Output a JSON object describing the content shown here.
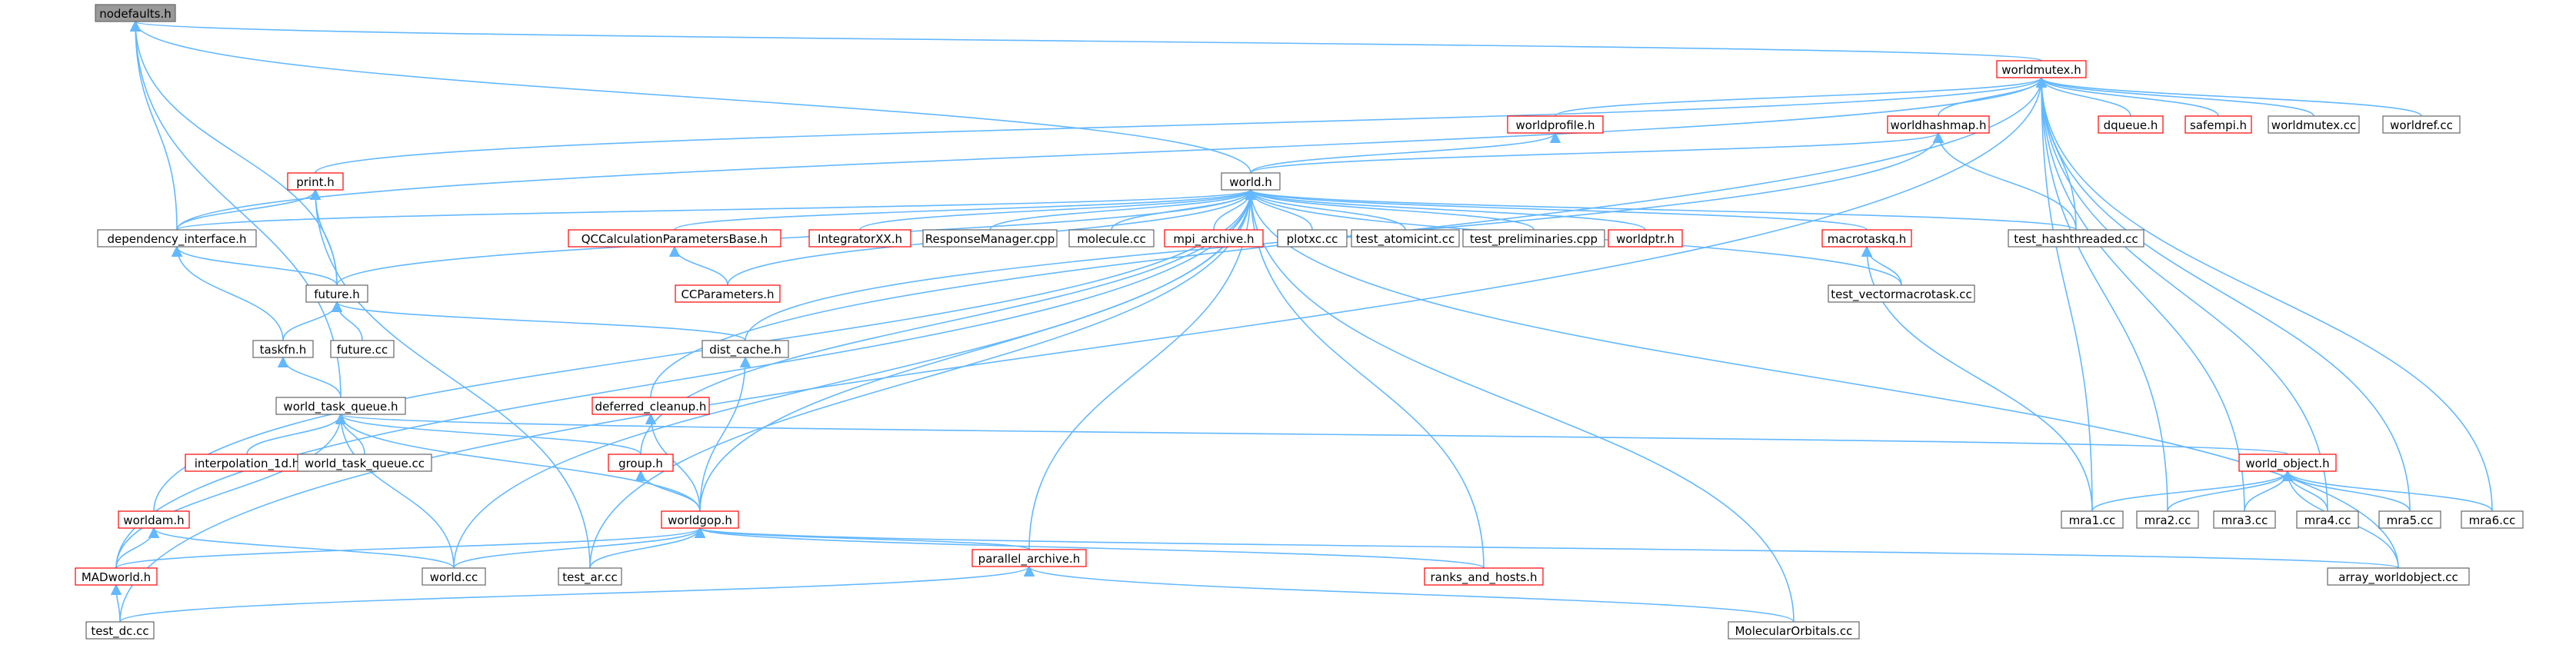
{
  "colors": {
    "edge": "#63b8ff",
    "root_fill": "#999999",
    "root_border": "#666666",
    "normal_border": "#666666",
    "truncated_border": "#ff0000",
    "text": "#000000"
  },
  "nodes": [
    {
      "id": "n_nodefaults",
      "label": "nodefaults.h",
      "kind": "root"
    },
    {
      "id": "n_worldmutex",
      "label": "worldmutex.h",
      "kind": "truncated"
    },
    {
      "id": "n_worldprofile",
      "label": "worldprofile.h",
      "kind": "truncated"
    },
    {
      "id": "n_worldhashmap",
      "label": "worldhashmap.h",
      "kind": "truncated"
    },
    {
      "id": "n_dqueue",
      "label": "dqueue.h",
      "kind": "truncated"
    },
    {
      "id": "n_safempi",
      "label": "safempi.h",
      "kind": "truncated"
    },
    {
      "id": "n_worldmutexcc",
      "label": "worldmutex.cc",
      "kind": "normal"
    },
    {
      "id": "n_worldrefcc",
      "label": "worldref.cc",
      "kind": "normal"
    },
    {
      "id": "n_print",
      "label": "print.h",
      "kind": "truncated"
    },
    {
      "id": "n_world",
      "label": "world.h",
      "kind": "normal"
    },
    {
      "id": "n_depint",
      "label": "dependency_interface.h",
      "kind": "normal"
    },
    {
      "id": "n_qccalc",
      "label": "QCCalculationParametersBase.h",
      "kind": "truncated"
    },
    {
      "id": "n_integratorxx",
      "label": "IntegratorXX.h",
      "kind": "truncated"
    },
    {
      "id": "n_respmgr",
      "label": "ResponseManager.cpp",
      "kind": "normal"
    },
    {
      "id": "n_molecule",
      "label": "molecule.cc",
      "kind": "normal"
    },
    {
      "id": "n_mpiarchive",
      "label": "mpi_archive.h",
      "kind": "truncated"
    },
    {
      "id": "n_plotxc",
      "label": "plotxc.cc",
      "kind": "normal"
    },
    {
      "id": "n_testatomicint",
      "label": "test_atomicint.cc",
      "kind": "normal"
    },
    {
      "id": "n_testprelim",
      "label": "test_preliminaries.cpp",
      "kind": "normal"
    },
    {
      "id": "n_worldptr",
      "label": "worldptr.h",
      "kind": "truncated"
    },
    {
      "id": "n_macrotaskq",
      "label": "macrotaskq.h",
      "kind": "truncated"
    },
    {
      "id": "n_testhashth",
      "label": "test_hashthreaded.cc",
      "kind": "normal"
    },
    {
      "id": "n_ccparams",
      "label": "CCParameters.h",
      "kind": "truncated"
    },
    {
      "id": "n_testvecmacro",
      "label": "test_vectormacrotask.cc",
      "kind": "normal"
    },
    {
      "id": "n_future",
      "label": "future.h",
      "kind": "normal"
    },
    {
      "id": "n_taskfn",
      "label": "taskfn.h",
      "kind": "normal"
    },
    {
      "id": "n_futurecc",
      "label": "future.cc",
      "kind": "normal"
    },
    {
      "id": "n_distcache",
      "label": "dist_cache.h",
      "kind": "normal"
    },
    {
      "id": "n_wtq",
      "label": "world_task_queue.h",
      "kind": "normal"
    },
    {
      "id": "n_defclean",
      "label": "deferred_cleanup.h",
      "kind": "truncated"
    },
    {
      "id": "n_interp",
      "label": "interpolation_1d.h",
      "kind": "truncated"
    },
    {
      "id": "n_wtqcc",
      "label": "world_task_queue.cc",
      "kind": "normal"
    },
    {
      "id": "n_group",
      "label": "group.h",
      "kind": "truncated"
    },
    {
      "id": "n_worldobj",
      "label": "world_object.h",
      "kind": "truncated"
    },
    {
      "id": "n_worldam",
      "label": "worldam.h",
      "kind": "truncated"
    },
    {
      "id": "n_worldgop",
      "label": "worldgop.h",
      "kind": "truncated"
    },
    {
      "id": "n_mra1",
      "label": "mra1.cc",
      "kind": "normal"
    },
    {
      "id": "n_mra2",
      "label": "mra2.cc",
      "kind": "normal"
    },
    {
      "id": "n_mra3",
      "label": "mra3.cc",
      "kind": "normal"
    },
    {
      "id": "n_mra4",
      "label": "mra4.cc",
      "kind": "normal"
    },
    {
      "id": "n_mra5",
      "label": "mra5.cc",
      "kind": "normal"
    },
    {
      "id": "n_mra6",
      "label": "mra6.cc",
      "kind": "normal"
    },
    {
      "id": "n_madworld",
      "label": "MADworld.h",
      "kind": "truncated"
    },
    {
      "id": "n_worldcc",
      "label": "world.cc",
      "kind": "normal"
    },
    {
      "id": "n_testar",
      "label": "test_ar.cc",
      "kind": "normal"
    },
    {
      "id": "n_ranks",
      "label": "ranks_and_hosts.h",
      "kind": "truncated"
    },
    {
      "id": "n_arrwo",
      "label": "array_worldobject.cc",
      "kind": "normal"
    },
    {
      "id": "n_pararch",
      "label": "parallel_archive.h",
      "kind": "truncated"
    },
    {
      "id": "n_testdc",
      "label": "test_dc.cc",
      "kind": "normal"
    },
    {
      "id": "n_molorb",
      "label": "MolecularOrbitals.cc",
      "kind": "normal"
    }
  ],
  "edges": [
    [
      "n_worldmutex",
      "n_nodefaults"
    ],
    [
      "n_world",
      "n_nodefaults"
    ],
    [
      "n_future",
      "n_nodefaults"
    ],
    [
      "n_wtq",
      "n_nodefaults"
    ],
    [
      "n_depint",
      "n_nodefaults"
    ],
    [
      "n_worldprofile",
      "n_worldmutex"
    ],
    [
      "n_worldhashmap",
      "n_worldmutex"
    ],
    [
      "n_dqueue",
      "n_worldmutex"
    ],
    [
      "n_safempi",
      "n_worldmutex"
    ],
    [
      "n_worldmutexcc",
      "n_worldmutex"
    ],
    [
      "n_worldrefcc",
      "n_worldmutex"
    ],
    [
      "n_print",
      "n_worldmutex"
    ],
    [
      "n_depint",
      "n_worldmutex"
    ],
    [
      "n_defclean",
      "n_worldmutex"
    ],
    [
      "n_testdc",
      "n_worldmutex"
    ],
    [
      "n_testhashth",
      "n_worldmutex"
    ],
    [
      "n_mra1",
      "n_worldmutex"
    ],
    [
      "n_mra2",
      "n_worldmutex"
    ],
    [
      "n_mra3",
      "n_worldmutex"
    ],
    [
      "n_mra4",
      "n_worldmutex"
    ],
    [
      "n_mra5",
      "n_worldmutex"
    ],
    [
      "n_mra6",
      "n_worldmutex"
    ],
    [
      "n_world",
      "n_worldprofile"
    ],
    [
      "n_world",
      "n_worldhashmap"
    ],
    [
      "n_testhashth",
      "n_worldhashmap"
    ],
    [
      "n_distcache",
      "n_worldhashmap"
    ],
    [
      "n_depint",
      "n_print"
    ],
    [
      "n_future",
      "n_print"
    ],
    [
      "n_testar",
      "n_print"
    ],
    [
      "n_depint",
      "n_world"
    ],
    [
      "n_qccalc",
      "n_world"
    ],
    [
      "n_integratorxx",
      "n_world"
    ],
    [
      "n_respmgr",
      "n_world"
    ],
    [
      "n_molecule",
      "n_world"
    ],
    [
      "n_mpiarchive",
      "n_world"
    ],
    [
      "n_plotxc",
      "n_world"
    ],
    [
      "n_testatomicint",
      "n_world"
    ],
    [
      "n_testprelim",
      "n_world"
    ],
    [
      "n_worldptr",
      "n_world"
    ],
    [
      "n_macrotaskq",
      "n_world"
    ],
    [
      "n_testhashth",
      "n_world"
    ],
    [
      "n_ccparams",
      "n_world"
    ],
    [
      "n_testvecmacro",
      "n_world"
    ],
    [
      "n_future",
      "n_world"
    ],
    [
      "n_worldam",
      "n_world"
    ],
    [
      "n_madworld",
      "n_world"
    ],
    [
      "n_worldcc",
      "n_world"
    ],
    [
      "n_testar",
      "n_world"
    ],
    [
      "n_group",
      "n_world"
    ],
    [
      "n_worldgop",
      "n_world"
    ],
    [
      "n_pararch",
      "n_world"
    ],
    [
      "n_ranks",
      "n_world"
    ],
    [
      "n_arrwo",
      "n_world"
    ],
    [
      "n_molorb",
      "n_world"
    ],
    [
      "n_ccparams",
      "n_qccalc"
    ],
    [
      "n_testvecmacro",
      "n_macrotaskq"
    ],
    [
      "n_mra1",
      "n_macrotaskq"
    ],
    [
      "n_future",
      "n_depint"
    ],
    [
      "n_taskfn",
      "n_depint"
    ],
    [
      "n_taskfn",
      "n_future"
    ],
    [
      "n_futurecc",
      "n_future"
    ],
    [
      "n_distcache",
      "n_future"
    ],
    [
      "n_wtq",
      "n_taskfn"
    ],
    [
      "n_worldgop",
      "n_distcache"
    ],
    [
      "n_worldgop",
      "n_defclean"
    ],
    [
      "n_interp",
      "n_wtq"
    ],
    [
      "n_wtqcc",
      "n_wtq"
    ],
    [
      "n_group",
      "n_wtq"
    ],
    [
      "n_worldgop",
      "n_wtq"
    ],
    [
      "n_worldcc",
      "n_wtq"
    ],
    [
      "n_madworld",
      "n_wtq"
    ],
    [
      "n_worldobj",
      "n_wtq"
    ],
    [
      "n_worldgop",
      "n_group"
    ],
    [
      "n_mra1",
      "n_worldobj"
    ],
    [
      "n_mra2",
      "n_worldobj"
    ],
    [
      "n_mra3",
      "n_worldobj"
    ],
    [
      "n_mra4",
      "n_worldobj"
    ],
    [
      "n_mra5",
      "n_worldobj"
    ],
    [
      "n_mra6",
      "n_worldobj"
    ],
    [
      "n_arrwo",
      "n_worldobj"
    ],
    [
      "n_madworld",
      "n_worldam"
    ],
    [
      "n_worldcc",
      "n_worldam"
    ],
    [
      "n_madworld",
      "n_worldgop"
    ],
    [
      "n_worldcc",
      "n_worldgop"
    ],
    [
      "n_testar",
      "n_worldgop"
    ],
    [
      "n_pararch",
      "n_worldgop"
    ],
    [
      "n_ranks",
      "n_worldgop"
    ],
    [
      "n_arrwo",
      "n_worldgop"
    ],
    [
      "n_testdc",
      "n_madworld"
    ],
    [
      "n_testdc",
      "n_pararch"
    ],
    [
      "n_molorb",
      "n_pararch"
    ]
  ]
}
